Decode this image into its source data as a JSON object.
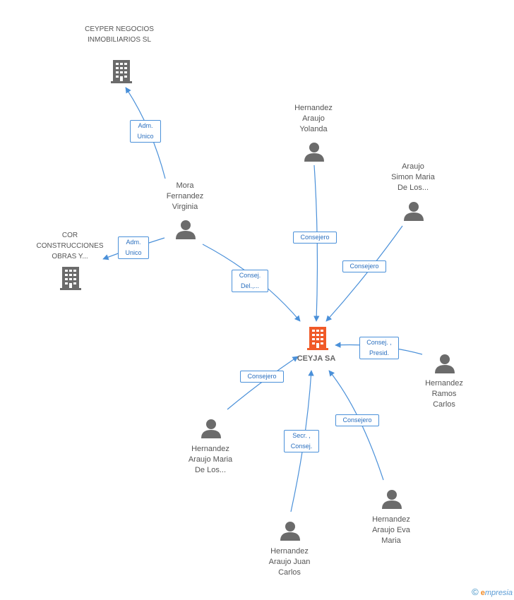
{
  "colors": {
    "edge": "#4a90d9",
    "person": "#666666",
    "company": "#666666",
    "main_company": "#f05a28",
    "label_border": "#4a90d9"
  },
  "main": {
    "name": "CEYJA SA"
  },
  "companies": {
    "ceyper": "CEYPER NEGOCIOS INMOBILIARIOS SL",
    "cor_line1": "COR",
    "cor_line2": "CONSTRUCCIONES",
    "cor_line3": "OBRAS Y..."
  },
  "persons": {
    "mora": [
      "Mora",
      "Fernandez",
      "Virginia"
    ],
    "yolanda": [
      "Hernandez",
      "Araujo",
      "Yolanda"
    ],
    "simon": [
      "Araujo",
      "Simon Maria",
      "De Los..."
    ],
    "ramos": [
      "Hernandez",
      "Ramos",
      "Carlos"
    ],
    "maria_de_los": [
      "Hernandez",
      "Araujo Maria",
      "De Los..."
    ],
    "juan": [
      "Hernandez",
      "Araujo Juan",
      "Carlos"
    ],
    "eva": [
      "Hernandez",
      "Araujo Eva",
      "Maria"
    ]
  },
  "edges": {
    "mora_ceyper": [
      "Adm.",
      "Unico"
    ],
    "mora_cor": [
      "Adm.",
      "Unico"
    ],
    "mora_ceyja": [
      "Consej.",
      "Del.,..."
    ],
    "yolanda_ceyja": "Consejero",
    "simon_ceyja": "Consejero",
    "ramos_ceyja": [
      "Consej. ,",
      "Presid."
    ],
    "maria_ceyja": "Consejero",
    "juan_ceyja": [
      "Secr. ,",
      "Consej."
    ],
    "eva_ceyja": "Consejero"
  },
  "footer": {
    "copyright": "©",
    "brand_e": "e",
    "brand_rest": "mpresia"
  }
}
